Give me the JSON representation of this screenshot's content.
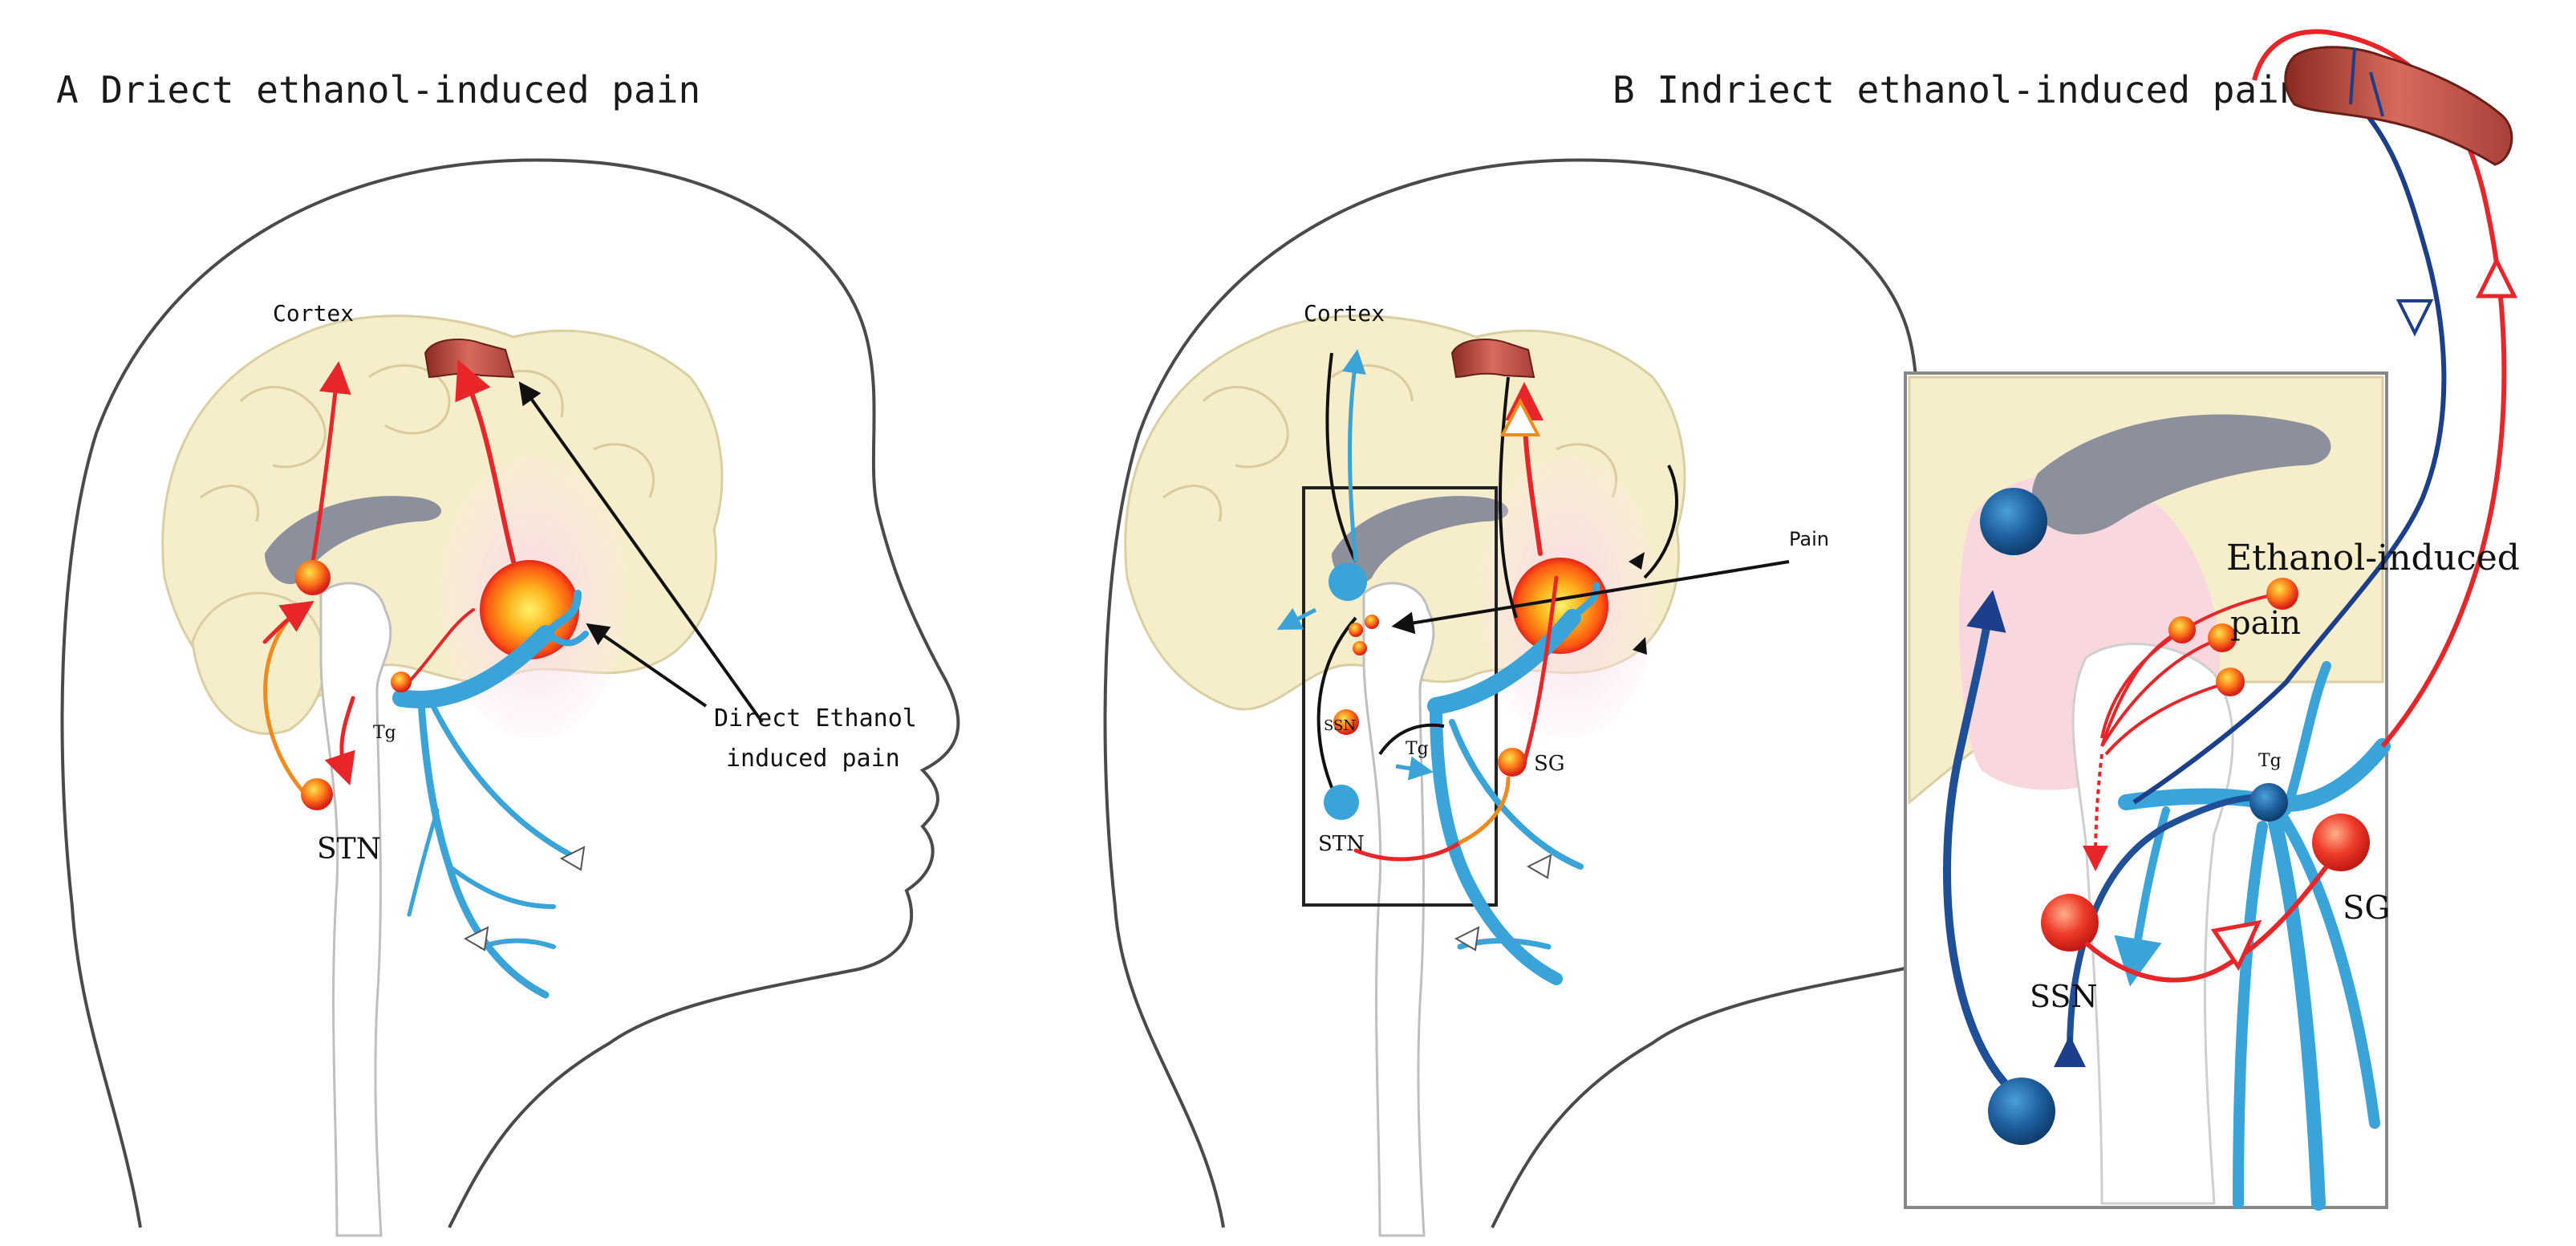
{
  "panel_a": {
    "title": "A Driect ethanol-induced pain",
    "labels": {
      "cortex": "Cortex",
      "tg": "Tg",
      "stn": "STN",
      "direct_line1": "Direct Ethanol",
      "direct_line2": "induced pain"
    }
  },
  "panel_b": {
    "title": "B Indriect ethanol-induced pain",
    "labels": {
      "cortex": "Cortex",
      "pain": "Pain",
      "ssn": "SSN",
      "tg": "Tg",
      "stn": "STN",
      "sg": "SG"
    },
    "inset_labels": {
      "ethanol_line1": "Ethanol-induced",
      "ethanol_line2": "pain",
      "tg": "Tg",
      "ssn": "SSN",
      "sg": "SG"
    }
  },
  "colors": {
    "brain_fill": "#f6eecb",
    "trigeminal_blue": "#3aa3d8",
    "pathway_red": "#e8262a",
    "pathway_orange": "#f08a1d",
    "nucleus_blue": "#1f5f9a",
    "stem_gray": "#8c8f9c",
    "pain_halo": "#f7c9d8"
  },
  "icons": [
    "blood-vessel-icon",
    "nucleus-icon",
    "arrowhead-icon"
  ]
}
